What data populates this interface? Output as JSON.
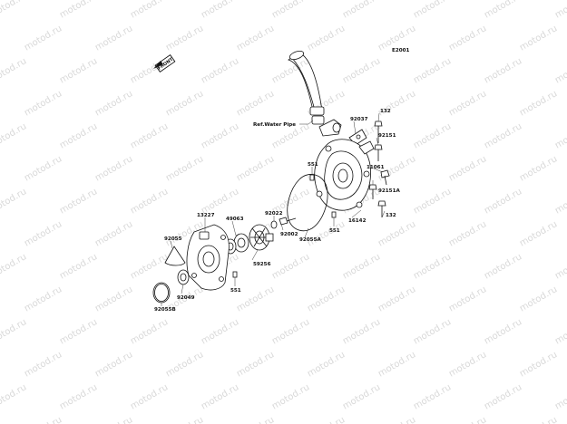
{
  "diagram": {
    "code": "E2001",
    "watermark": "motod.ru",
    "front_badge": "FRONT",
    "labels": {
      "ref_water_pipe": "Ref.Water Pipe",
      "p92037": "92037",
      "p132_top": "132",
      "p92151": "92151",
      "p551_top": "551",
      "p11061": "11061",
      "p92151A": "92151A",
      "p16142": "16142",
      "p132_bottom": "132",
      "p551_mid": "551",
      "p92055A": "92055A",
      "p92022": "92022",
      "p92002": "92002",
      "p49063": "49063",
      "p13227": "13227",
      "p59256": "59256",
      "p92055": "92055",
      "p551_bottom": "551",
      "p92049": "92049",
      "p92055B": "92055B"
    }
  }
}
